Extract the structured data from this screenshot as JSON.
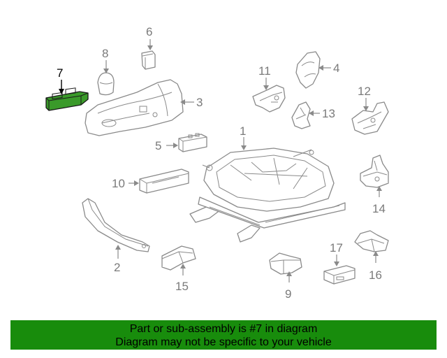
{
  "diagram": {
    "highlighted_part": "7",
    "callouts": {
      "c1": "1",
      "c2": "2",
      "c3": "3",
      "c4": "4",
      "c5": "5",
      "c6": "6",
      "c7": "7",
      "c8": "8",
      "c9": "9",
      "c10": "10",
      "c11": "11",
      "c12": "12",
      "c13": "13",
      "c14": "14",
      "c15": "15",
      "c16": "16",
      "c17": "17"
    },
    "colors": {
      "highlight": "#3a9a2a",
      "line": "#8a8a8a",
      "banner": "#188c0c"
    }
  },
  "banner": {
    "line1": "Part or sub-assembly is #7 in diagram",
    "line2": "Diagram may not be specific to your vehicle"
  }
}
